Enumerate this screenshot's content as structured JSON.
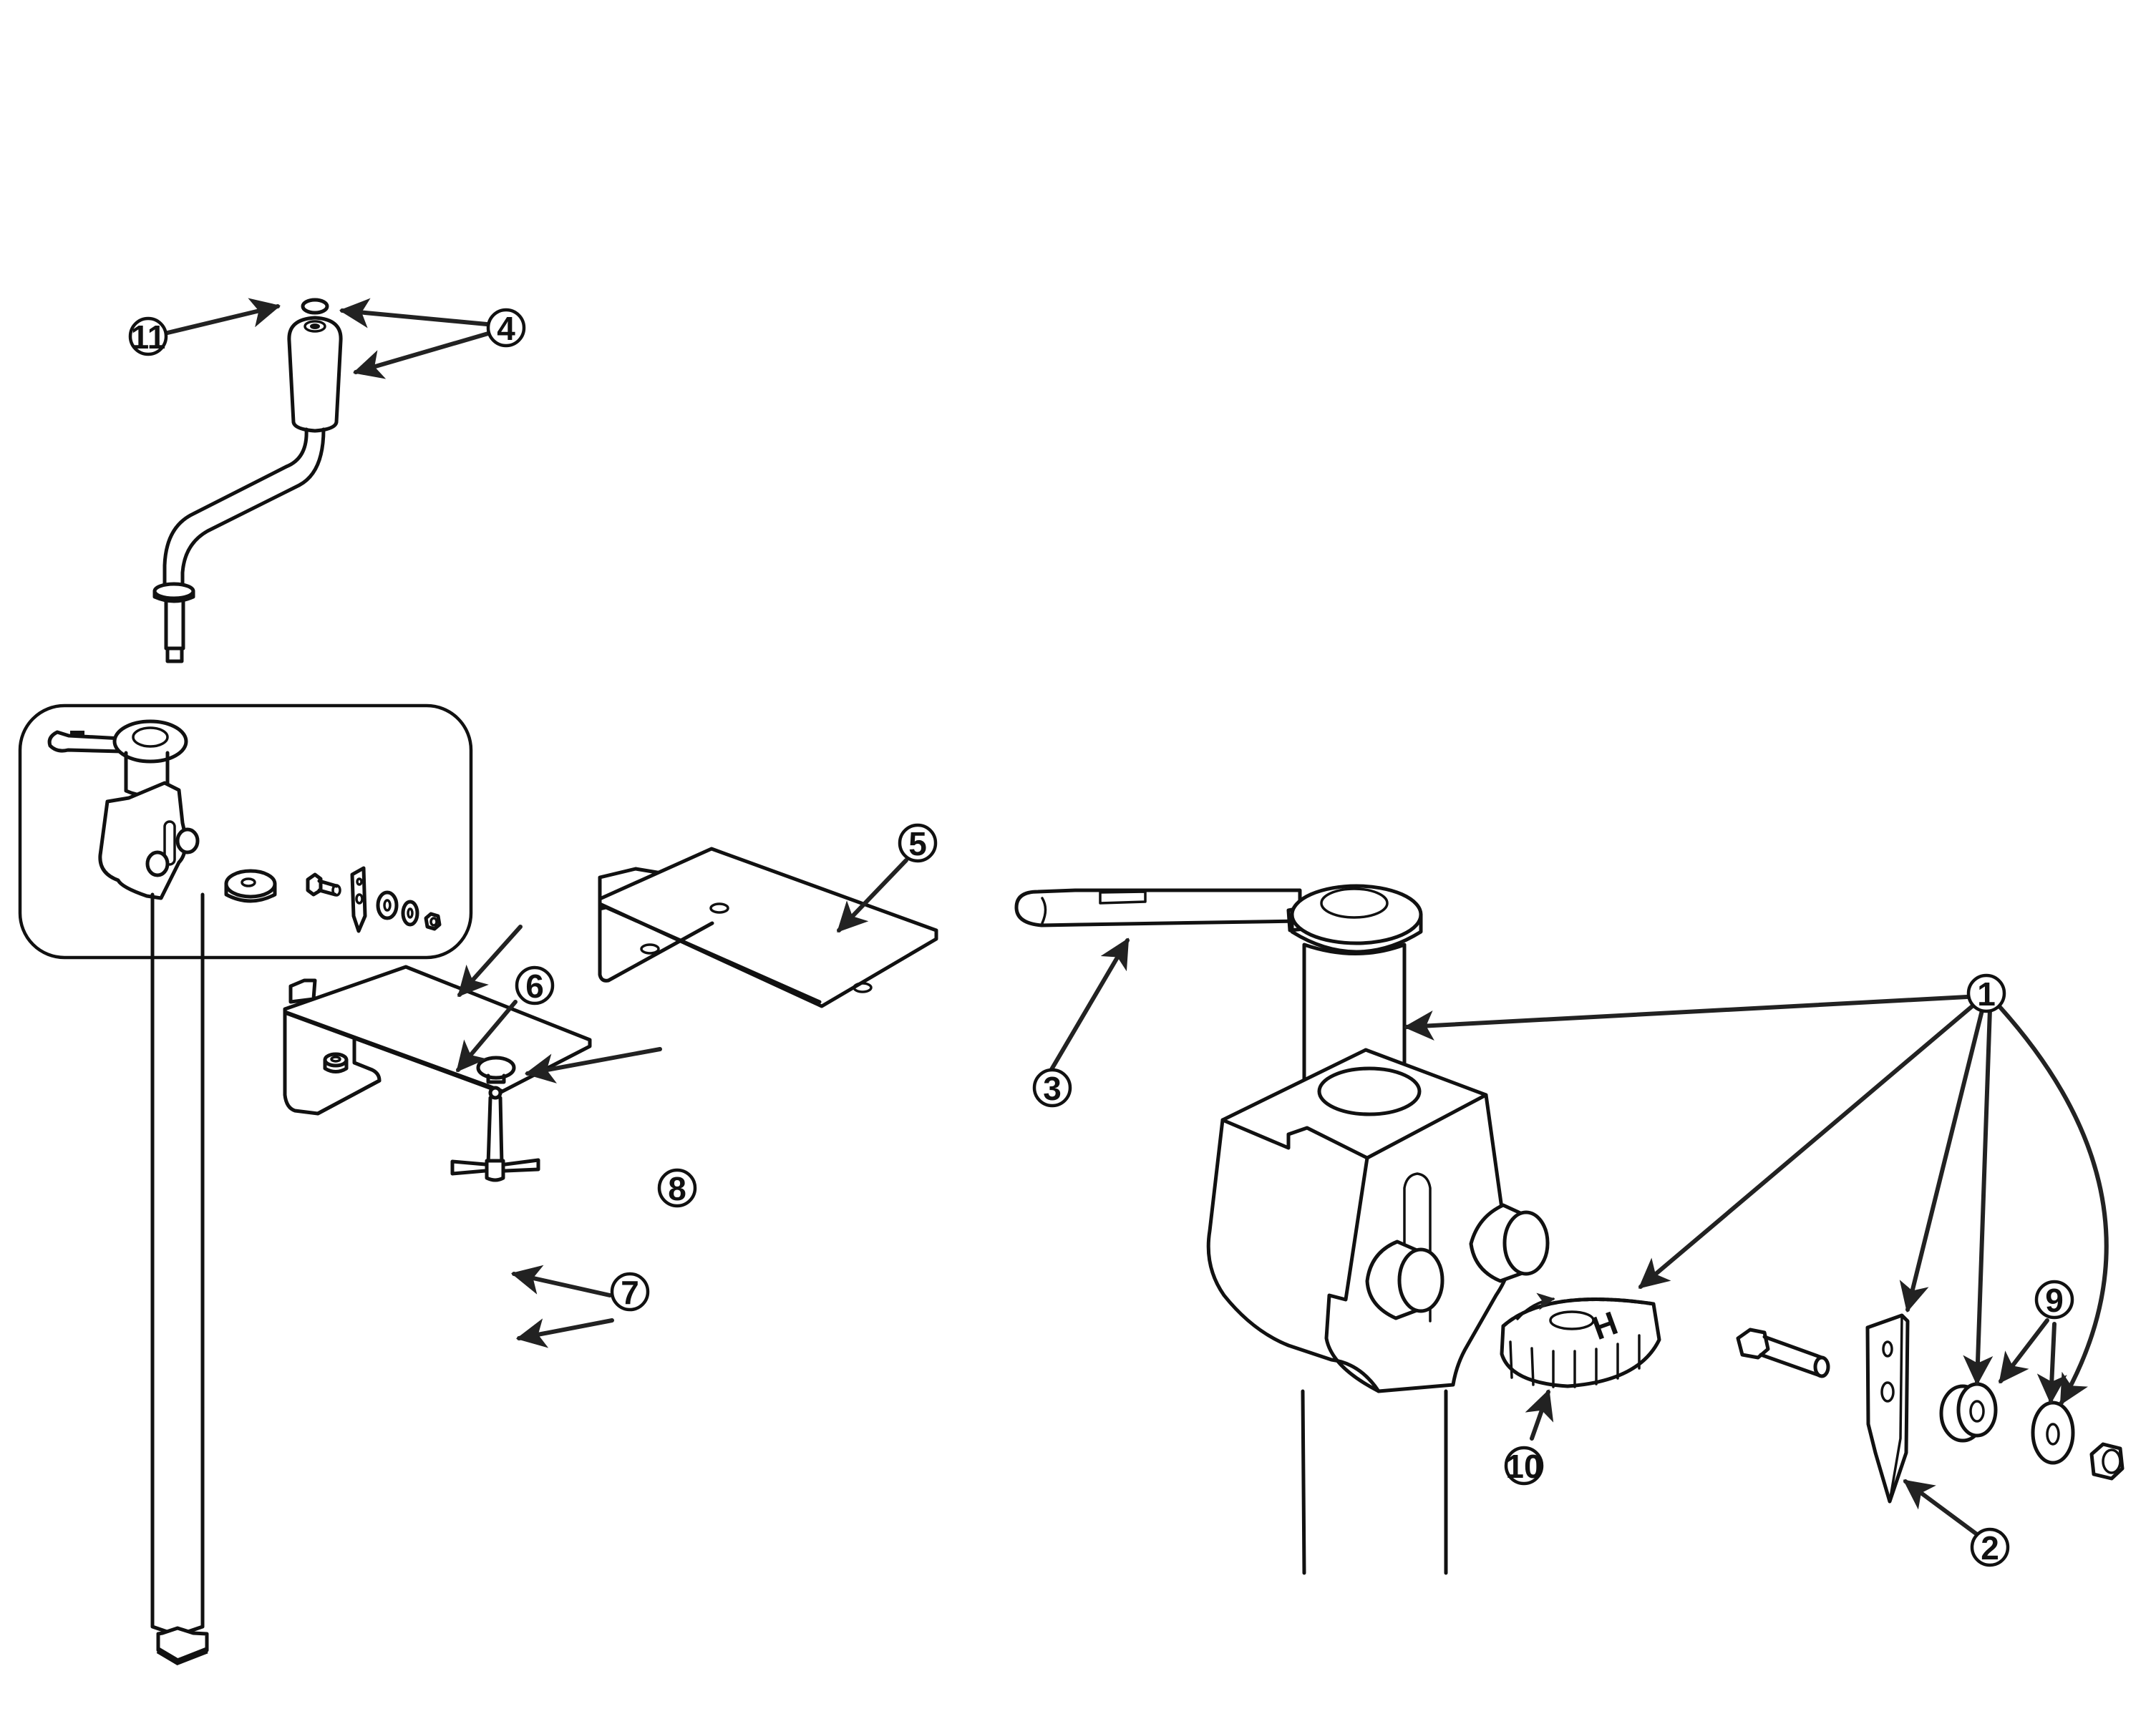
{
  "diagram": {
    "type": "exploded-parts-diagram",
    "colors": {
      "line": "#111111",
      "background": "#ffffff",
      "leader": "#222222"
    },
    "callouts": {
      "c1": "1",
      "c2": "2",
      "c3": "3",
      "c4": "4",
      "c5": "5",
      "c6": "6",
      "c7": "7",
      "c8": "8",
      "c9": "9",
      "c10": "10",
      "c11": "11"
    },
    "gear_marking": "H"
  }
}
